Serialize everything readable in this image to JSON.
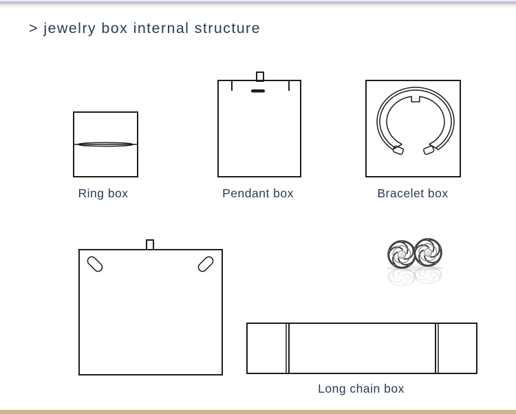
{
  "header": {
    "title": "> jewelry box internal structure"
  },
  "items": {
    "ring": {
      "label": "Ring box"
    },
    "pendant": {
      "label": "Pendant box"
    },
    "bracelet": {
      "label": "Bracelet box"
    },
    "long_chain": {
      "label": "Long chain box"
    }
  },
  "images": {
    "earrings": "silver-rose-stud-earrings-photo"
  },
  "colors": {
    "title_navy": "#2b3a55",
    "line_art": "#1c1c1c",
    "top_accent_line": "#dfc9ef",
    "bottom_bar_gold": "#ccb78c",
    "earring_silver": "#9a9a9a"
  }
}
